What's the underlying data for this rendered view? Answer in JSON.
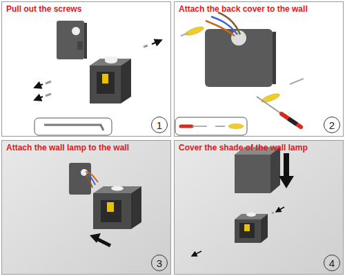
{
  "diagram": {
    "nodes": [
      {
        "text": [
          "Pull out the screws"
        ]
      },
      {
        "text": [
          "1"
        ],
        "in": 0
      },
      {
        "text": [
          "Attach the back cover to the wall"
        ]
      },
      {
        "text": [
          "2"
        ],
        "in": 2
      },
      {
        "text": [
          "Attach the wall lamp to the wall"
        ]
      },
      {
        "text": [
          "3"
        ],
        "in": 4
      },
      {
        "text": [
          "Cover the shade of the wall lamp"
        ]
      },
      {
        "text": [
          "4"
        ],
        "in": 6
      }
    ]
  }
}
